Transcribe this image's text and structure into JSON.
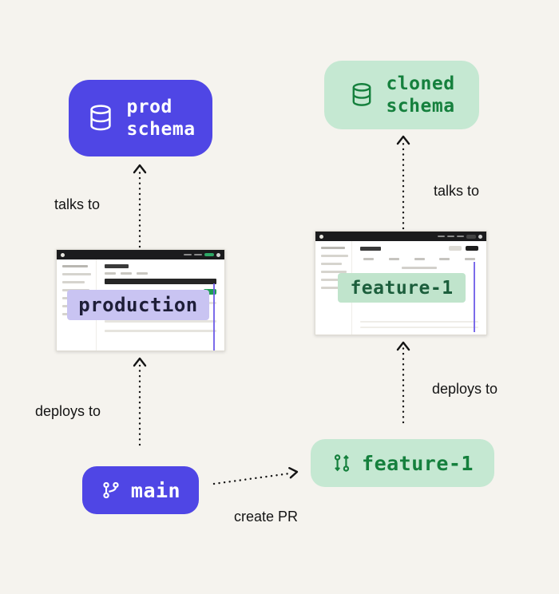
{
  "colors": {
    "background": "#F5F3EE",
    "indigo": "#4F46E5",
    "green_light": "#C5E8D2",
    "green_dark": "#15803D",
    "lavender": "#C9C4F2",
    "overlay_green": "#C0E4CC",
    "arrow": "#141414"
  },
  "nodes": {
    "prod_schema": {
      "line1": "prod",
      "line2": "schema",
      "icon": "database-icon"
    },
    "cloned_schema": {
      "line1": "cloned",
      "line2": "schema",
      "icon": "database-icon"
    },
    "main_branch": {
      "label": "main",
      "icon": "git-branch-icon"
    },
    "feature_branch": {
      "label": "feature-1",
      "icon": "git-pull-request-icon"
    }
  },
  "screenshots": {
    "production": {
      "overlay": "production"
    },
    "feature": {
      "overlay": "feature-1"
    }
  },
  "edge_labels": {
    "talks_to_left": "talks to",
    "talks_to_right": "talks to",
    "deploys_to_left": "deploys to",
    "deploys_to_right": "deploys to",
    "create_pr": "create PR"
  }
}
